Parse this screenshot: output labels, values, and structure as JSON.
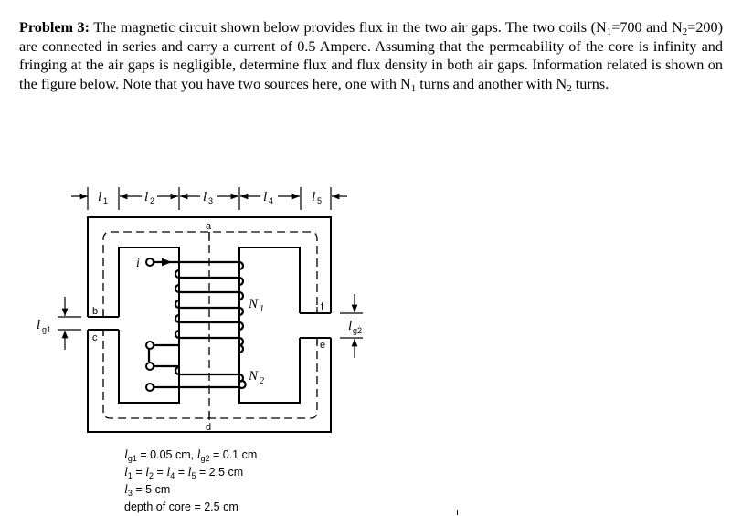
{
  "problem": {
    "label": "Problem 3:",
    "text_1": " The magnetic circuit shown below provides flux in the two air gaps. The two coils (N",
    "n1_sub": "1",
    "text_2": "=700 and N",
    "n2_sub": "2",
    "text_3": "=200) are connected in series and carry a current of 0.5 Ampere. Assuming that the permeability of the core is infinity and fringing at the air gaps is negligible, determine flux and flux density in both air gaps. Information related is shown on the figure below. Note that you have two sources here, one with N",
    "n1b_sub": "1",
    "text_4": " turns and another with N",
    "n2b_sub": "2",
    "text_5": " turns."
  },
  "figure": {
    "dimension_labels": {
      "l1": "l",
      "l1_sub": "1",
      "l2": "l",
      "l2_sub": "2",
      "l3": "l",
      "l3_sub": "3",
      "l4": "l",
      "l4_sub": "4",
      "l5": "l",
      "l5_sub": "5",
      "lg1": "l",
      "lg1_sub": "g1",
      "lg2": "l",
      "lg2_sub": "g2"
    },
    "points": {
      "a": "a",
      "b": "b",
      "c": "c",
      "d": "d",
      "e": "e",
      "f": "f"
    },
    "current_label": "i",
    "coil1_label": "N",
    "coil1_sub": "1",
    "coil2_label": "N",
    "coil2_sub": "2"
  },
  "parameters": {
    "line1": {
      "lg1": "l",
      "lg1_sub": "g1",
      "lg1_val": " = 0.05 cm, ",
      "lg2": "l",
      "lg2_sub": "g2",
      "lg2_val": " = 0.1 cm"
    },
    "line2": {
      "l1": "l",
      "l1_sub": "1",
      "eq1": " = ",
      "l2": "l",
      "l2_sub": "2",
      "eq2": " = ",
      "l4": "l",
      "l4_sub": "4",
      "eq3": " = ",
      "l5": "l",
      "l5_sub": "5",
      "val": " = 2.5 cm"
    },
    "line3": {
      "l3": "l",
      "l3_sub": "3",
      "val": " = 5 cm"
    },
    "line4": {
      "text": "depth of core = 2.5 cm"
    }
  }
}
